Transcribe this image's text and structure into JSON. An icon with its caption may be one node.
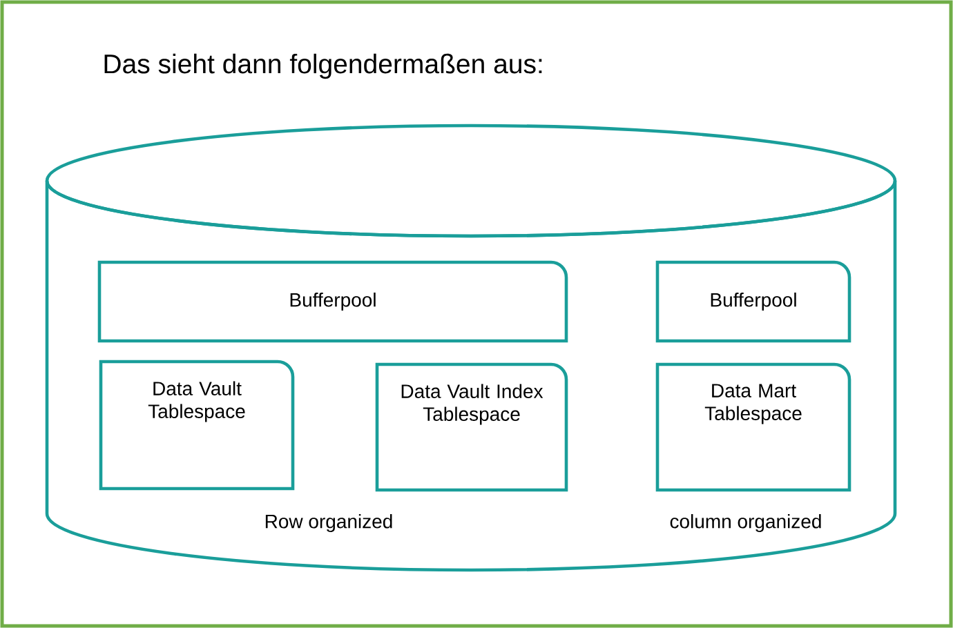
{
  "diagram": {
    "nodes": [
      {
        "text": [],
        "shape": "cylinder"
      },
      {
        "text": [
          "Bufferpool"
        ],
        "in": 0
      },
      {
        "text": [
          "Bufferpool"
        ],
        "in": 0
      },
      {
        "text": [
          "Data Vault Tablespace"
        ],
        "in": 0
      },
      {
        "text": [
          "Data Vault Index Tablespace"
        ],
        "in": 0
      },
      {
        "text": [
          "Data Mart Tablespace"
        ],
        "in": 0
      }
    ],
    "labels": [
      "Das sieht dann folgendermaßen aus:",
      "Row organized",
      "column organized"
    ]
  }
}
